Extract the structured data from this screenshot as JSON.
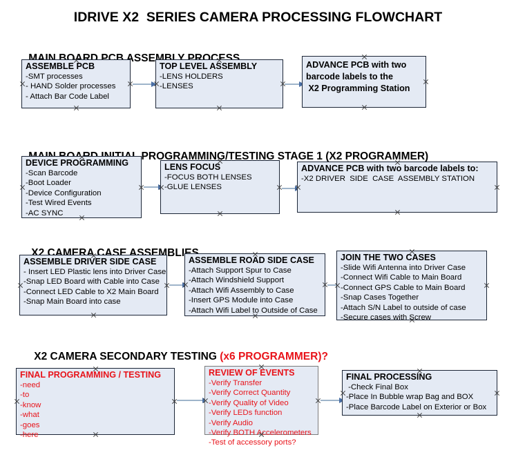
{
  "document": {
    "title": "IDRIVE X2  SERIES CAMERA PROCESSING FLOWCHART",
    "accent_red": "#e8131a",
    "box_fill": "#e4eaf4",
    "box_border_dark": "#1b2536",
    "box_border_gray": "#7b7b7b",
    "connector_color": "#9eb4ca",
    "arrowhead_color": "#4a6fa5"
  },
  "sections": [
    {
      "heading": "MAIN BOARD PCB ASSEMBLY PROCESS",
      "heading_accent": "",
      "boxes": [
        {
          "title": "ASSEMBLE PCB",
          "title_color": "black",
          "border": "dark",
          "lines": [
            "-SMT processes",
            "- HAND Solder processes",
            "- Attach Bar Code Label"
          ]
        },
        {
          "title": "TOP LEVEL ASSEMBLY",
          "title_color": "black",
          "border": "dark",
          "lines": [
            "-LENS HOLDERS",
            "-LENSES"
          ]
        },
        {
          "title": "",
          "title_color": "black",
          "border": "dark",
          "bold_body": true,
          "lines": [
            "ADVANCE PCB with two",
            "barcode labels to the",
            " X2 Programming Station"
          ]
        }
      ]
    },
    {
      "heading": "MAIN BOARD INITIAL PROGRAMMING/TESTING STAGE 1 (X2 PROGRAMMER)",
      "heading_accent": "",
      "boxes": [
        {
          "title": "DEVICE PROGRAMMING",
          "title_color": "black",
          "border": "dark",
          "lines": [
            "-Scan Barcode",
            "-Boot Loader",
            "-Device Configuration",
            "-Test Wired Events",
            "-AC SYNC"
          ]
        },
        {
          "title": "LENS FOCUS",
          "title_color": "black",
          "border": "dark",
          "lines": [
            "-FOCUS BOTH LENSES",
            "-GLUE LENSES"
          ]
        },
        {
          "title": "ADVANCE PCB with two barcode labels to:",
          "title_color": "black",
          "border": "dark",
          "lines": [
            "-X2 DRIVER  SIDE  CASE  ASSEMBLY STATION"
          ]
        }
      ]
    },
    {
      "heading": "X2 CAMERA CASE ASSEMBLIES",
      "heading_accent": "",
      "boxes": [
        {
          "title": "ASSEMBLE DRIVER SIDE CASE",
          "title_color": "black",
          "border": "dark",
          "lines": [
            "- Insert LED Plastic lens into Driver Case",
            "-Snap LED Board with Cable into Case",
            "-Connect LED Cable to X2 Main Board",
            "-Snap Main Board into case"
          ]
        },
        {
          "title": "ASSEMBLE ROAD SIDE CASE",
          "title_color": "black",
          "border": "dark",
          "lines": [
            "-Attach Support Spur to Case",
            "-Attach Windshield Support",
            "-Attach Wifi Assembly to Case",
            "-Insert GPS Module into Case",
            "-Attach Wifi Label to Outside of Case"
          ]
        },
        {
          "title": "JOIN THE TWO CASES",
          "title_color": "black",
          "border": "dark",
          "lines": [
            "-Slide Wifi Antenna into Driver Case",
            "-Connect Wifi Cable to Main Board",
            "-Connect GPS Cable to Main Board",
            "-Snap Cases Together",
            "-Attach S/N Label to outside of case",
            "-Secure cases with Screw"
          ]
        }
      ]
    },
    {
      "heading": "X2 CAMERA SECONDARY TESTING ",
      "heading_accent": "(x6 PROGRAMMER)?",
      "boxes": [
        {
          "title": "FINAL PROGRAMMING / TESTING",
          "title_color": "red",
          "border": "dark",
          "lines": [
            "-need",
            "-to",
            "-know",
            "-what",
            "-goes",
            "-here"
          ]
        },
        {
          "title": "REVIEW OF EVENTS",
          "title_color": "red",
          "border": "grayed",
          "lines": [
            "-Verify Transfer",
            "-Verify Correct Quantity",
            "-Verify Quality of Video",
            "-Verify LEDs function",
            "-Verify Audio",
            "-Verify BOTH Accelerometers",
            "-Test of accessory ports?"
          ]
        },
        {
          "title": "FINAL PROCESSING",
          "title_color": "black",
          "border": "dark",
          "lines": [
            " -Check Final Box",
            "-Place In Bubble wrap Bag and BOX",
            "-Place Barcode Label on Exterior or Box"
          ]
        }
      ]
    }
  ]
}
